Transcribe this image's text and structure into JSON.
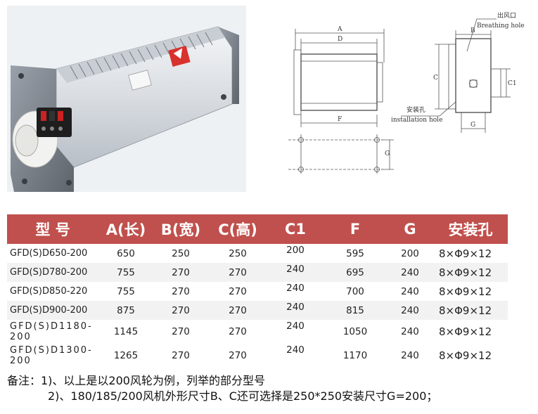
{
  "drawing": {
    "label_A": "A",
    "label_D": "D",
    "label_F": "F",
    "label_G": "G",
    "label_G2": "G",
    "label_B": "B",
    "label_C": "C",
    "label_C1": "C1",
    "outlet_cn": "出风口",
    "outlet_en": "Breathing hole",
    "install_cn": "安装孔",
    "install_en": "installation hole"
  },
  "table": {
    "headers": [
      "型 号",
      "A(长)",
      "B(宽)",
      "C(高)",
      "C1",
      "F",
      "G",
      "安装孔"
    ],
    "rows": [
      [
        "GFD(S)D650-200",
        "650",
        "250",
        "250",
        "200",
        "595",
        "200",
        "8×Φ9×12"
      ],
      [
        "GFD(S)D780-200",
        "755",
        "270",
        "270",
        "240",
        "695",
        "240",
        "8×Φ9×12"
      ],
      [
        "GFD(S)D850-220",
        "755",
        "270",
        "270",
        "240",
        "700",
        "240",
        "8×Φ9×12"
      ],
      [
        "GFD(S)D900-200",
        "875",
        "270",
        "270",
        "240",
        "815",
        "240",
        "8×Φ9×12"
      ],
      [
        "GFD(S)D1180-200",
        "1145",
        "270",
        "270",
        "240",
        "1050",
        "240",
        "8×Φ9×12"
      ],
      [
        "GFD(S)D1300-200",
        "1265",
        "270",
        "270",
        "240",
        "1170",
        "240",
        "8×Φ9×12"
      ]
    ]
  },
  "notes": {
    "line1": "备注：1)、以上是以200风轮为例，列举的部分型号",
    "line2": "2)、180/185/200风机外形尺寸B、C还可选择是250*250安装尺寸G=200；"
  },
  "colors": {
    "header_bg": "#c0504d",
    "header_text": "#ffffff",
    "alt_row": "#f2f2f2"
  }
}
